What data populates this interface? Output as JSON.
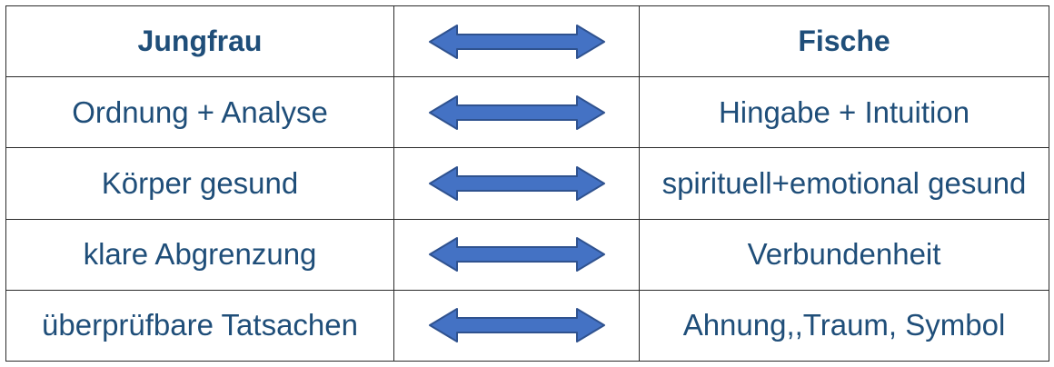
{
  "header": {
    "left": "Jungfrau",
    "right": "Fische"
  },
  "rows": [
    {
      "left": "Ordnung + Analyse",
      "right": "Hingabe + Intuition"
    },
    {
      "left": "Körper gesund",
      "right": "spirituell+emotional gesund"
    },
    {
      "left": "klare Abgrenzung",
      "right": "Verbundenheit"
    },
    {
      "left": "überprüfbare Tatsachen",
      "right": "Ahnung,,Traum, Symbol"
    }
  ],
  "icons": {
    "arrow": "double-arrow-icon"
  },
  "colors": {
    "text": "#1f4e79",
    "arrow_fill": "#4472c4",
    "arrow_stroke": "#2f528f",
    "border": "#2b2b2b"
  }
}
